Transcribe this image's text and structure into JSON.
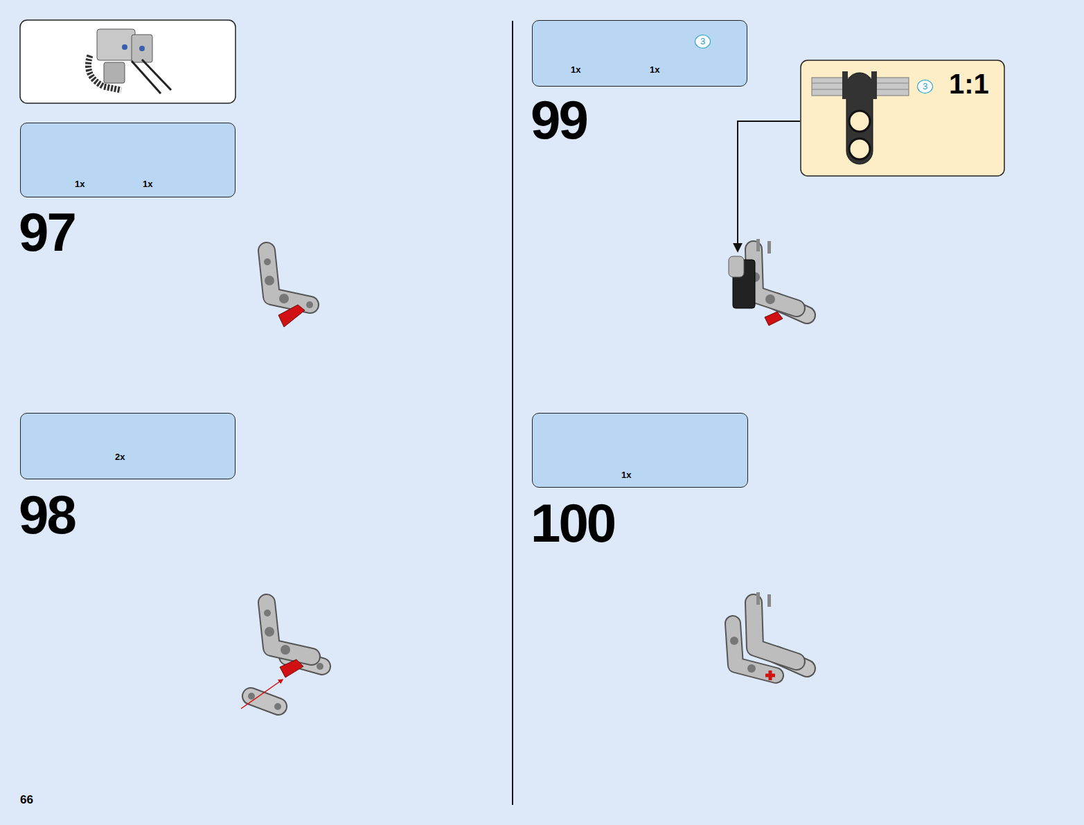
{
  "diagram": {
    "nodes": [
      {
        "text": [
          "1x",
          "1x"
        ]
      },
      {
        "text": [
          "2x"
        ]
      },
      {
        "text": [
          "1x",
          "1x"
        ]
      },
      {
        "text": [
          "3"
        ],
        "in": 2
      },
      {
        "text": [
          "1:1"
        ]
      },
      {
        "text": [
          "3"
        ],
        "in": 4
      },
      {
        "text": [
          "1x"
        ]
      }
    ],
    "labels": [
      "97",
      "98",
      "99",
      "100",
      "66"
    ]
  }
}
